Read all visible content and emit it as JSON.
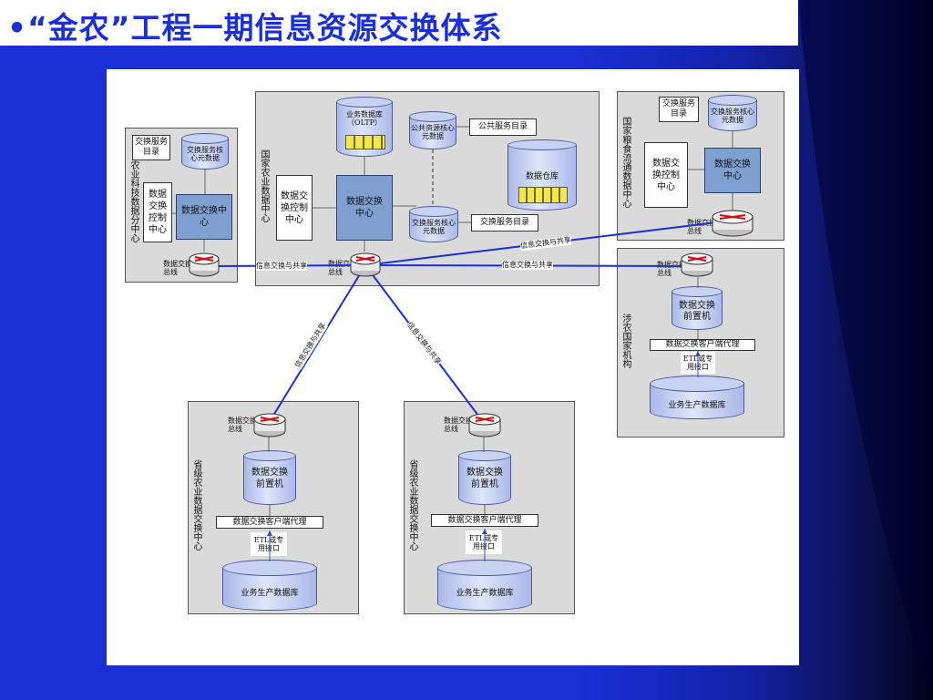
{
  "slide": {
    "title": "•“金农”工程一期信息资源交换体系"
  },
  "diagram": {
    "center": {
      "label": "国家农业数据中心",
      "oltp_db": "业务数据库（OLTP）",
      "public_core": "公共资源核心元数据",
      "exchange_core": "交换服务核心元数据",
      "public_catalog": "公共服务目录",
      "exchange_catalog": "交换服务目录",
      "warehouse": "数据仓库",
      "control": "数据交换控制中心",
      "exchange_center": "数据交换中心",
      "hub": "数据交换总线"
    },
    "left": {
      "label": "农业科技数据分中心",
      "catalog": "交换服务目录",
      "core": "交换服务核心元数据",
      "control": "数据交换控制中心",
      "exchange_center": "数据交换中心",
      "hub": "数据交换总线"
    },
    "grain": {
      "label": "国家粮食流通数据中心",
      "catalog": "交换服务目录",
      "core": "交换服务核心元数据",
      "control": "数据交换控制中心",
      "exchange_center": "数据交换中心",
      "hub": "数据交换总线"
    },
    "agency": {
      "label": "涉农国家机构",
      "hub": "数据交换总线",
      "front": "数据交换前置机",
      "agent": "数据交换客户端代理",
      "etl": "ETL或专用接口",
      "prod_db": "业务生产数据库"
    },
    "province1": {
      "label": "省级农业数据交换中心",
      "hub": "数据交换总线",
      "front": "数据交换前置机",
      "agent": "数据交换客户端代理",
      "etl": "ETL或专用接口",
      "prod_db": "业务生产数据库"
    },
    "province2": {
      "label": "省级农业数据交换中心",
      "hub": "数据交换总线",
      "front": "数据交换前置机",
      "agent": "数据交换客户端代理",
      "etl": "ETL或专用接口",
      "prod_db": "业务生产数据库"
    },
    "links": {
      "share_left": "信息交换与共享",
      "share_right": "信息交换与共享",
      "share_grain": "信息交换与共享",
      "share_p1": "信息交换与共享",
      "share_p2": "信息交换与共享"
    }
  }
}
